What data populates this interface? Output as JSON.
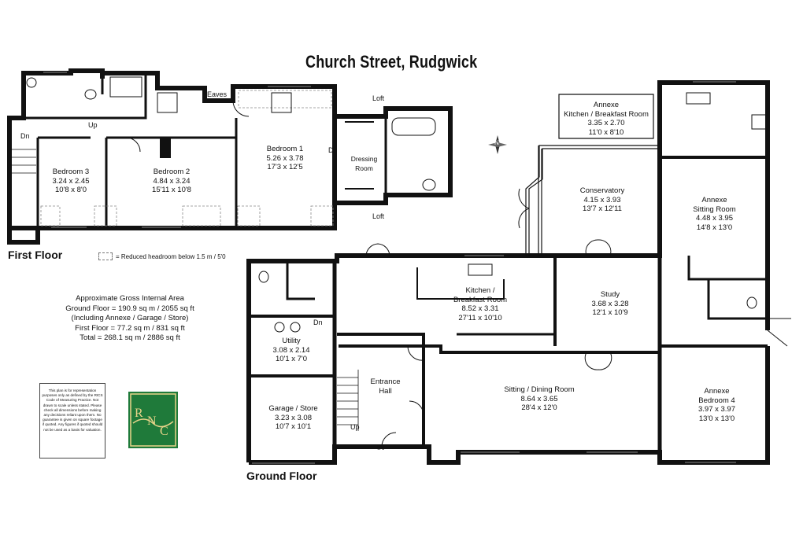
{
  "title": "Church Street, Rudgwick",
  "floors": {
    "first": "First Floor",
    "ground": "Ground Floor"
  },
  "legend": {
    "text": "= Reduced headroom below 1.5 m / 5'0"
  },
  "gross_area": {
    "lines": [
      "Approximate Gross Internal Area",
      "Ground Floor = 190.9 sq m / 2055 sq ft",
      "(Including Annexe / Garage / Store)",
      "First Floor = 77.2 sq m / 831 sq ft",
      "Total = 268.1 sq m / 2886 sq ft"
    ]
  },
  "disclaimer": "This plan is for representation purposes only as defined by the RICS Code of Measuring Practice. Not drawn to scale unless stated. Please check all dimensions before making any decisions reliant upon them. No guarantee is given on square footage if quoted. Any figures if quoted should not be used as a basis for valuation.",
  "logo": {
    "text": "RNC",
    "color": "#1f7a3a"
  },
  "rooms": {
    "bedroom3": {
      "name": "Bedroom 3",
      "metric": "3.24 x 2.45",
      "imperial": "10'8 x 8'0"
    },
    "bedroom2": {
      "name": "Bedroom 2",
      "metric": "4.84 x 3.24",
      "imperial": "15'11 x 10'8"
    },
    "bedroom1": {
      "name": "Bedroom 1",
      "metric": "5.26 x 3.78",
      "imperial": "17'3 x 12'5"
    },
    "dressing": {
      "name1": "Dressing",
      "name2": "Room"
    },
    "annexe_kitchen": {
      "name1": "Annexe",
      "name2": "Kitchen / Breakfast Room",
      "metric": "3.35 x 2.70",
      "imperial": "11'0 x 8'10"
    },
    "conservatory": {
      "name": "Conservatory",
      "metric": "4.15 x 3.93",
      "imperial": "13'7 x 12'11"
    },
    "annexe_sitting": {
      "name1": "Annexe",
      "name2": "Sitting Room",
      "metric": "4.48 x 3.95",
      "imperial": "14'8 x 13'0"
    },
    "kitchen": {
      "name1": "Kitchen /",
      "name2": "Breakfast Room",
      "metric": "8.52 x 3.31",
      "imperial": "27'11 x 10'10"
    },
    "study": {
      "name": "Study",
      "metric": "3.68 x 3.28",
      "imperial": "12'1 x 10'9"
    },
    "utility": {
      "name": "Utility",
      "metric": "3.08 x 2.14",
      "imperial": "10'1 x 7'0"
    },
    "entrance": {
      "name1": "Entrance",
      "name2": "Hall"
    },
    "sitting_dining": {
      "name": "Sitting / Dining Room",
      "metric": "8.64 x 3.65",
      "imperial": "28'4 x 12'0"
    },
    "garage": {
      "name": "Garage / Store",
      "metric": "3.23 x 3.08",
      "imperial": "10'7 x 10'1"
    },
    "annexe_bed4": {
      "name1": "Annexe",
      "name2": "Bedroom 4",
      "metric": "3.97 x 3.97",
      "imperial": "13'0 x 13'0"
    }
  },
  "annotations": {
    "eaves": "Eaves",
    "loft_top": "Loft",
    "loft_bottom": "Loft",
    "up_first": "Up",
    "dn_first": "Dn",
    "dn_dressing": "Dn",
    "dn_ground": "Dn",
    "up_ground": "Up",
    "in": "IN",
    "compass": "N"
  }
}
